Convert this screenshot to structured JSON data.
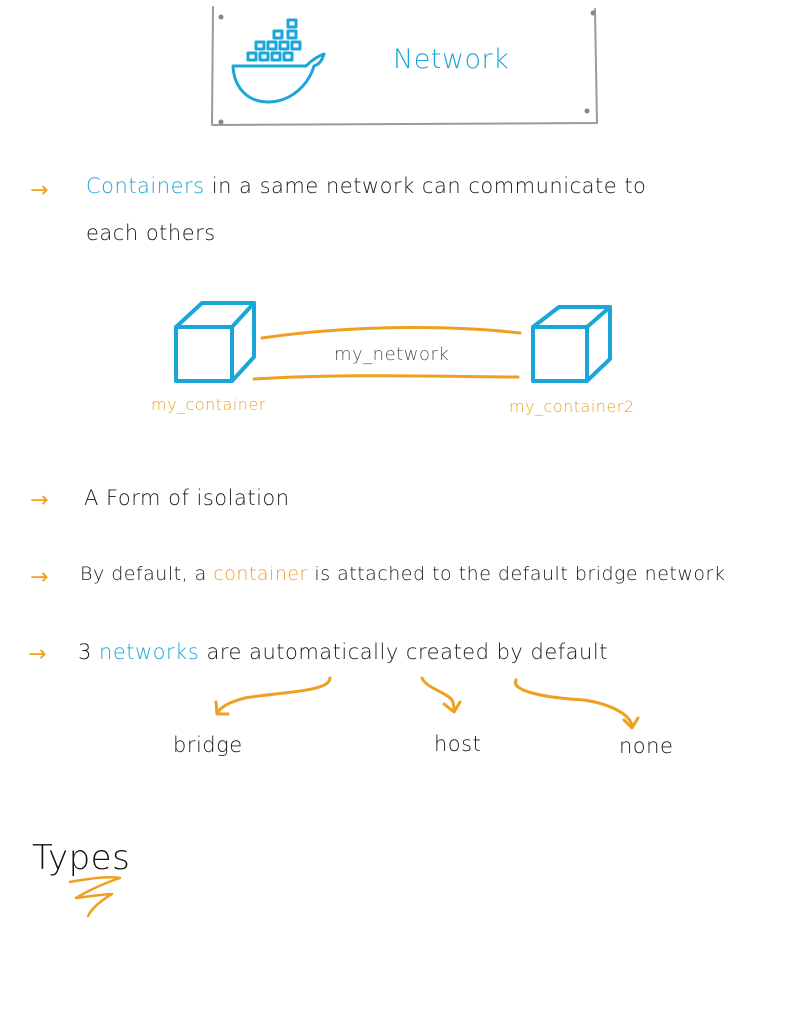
{
  "header": {
    "title": "Network"
  },
  "bullets": [
    {
      "arrow": "→",
      "parts": [
        "Containers",
        " in a same network can communicate to"
      ],
      "line2": "each others"
    },
    {
      "arrow": "→",
      "text": "A Form of isolation"
    },
    {
      "arrow": "→",
      "parts": [
        "By default, a ",
        "container",
        " is attached to the default bridge network"
      ]
    },
    {
      "arrow": "→",
      "parts": [
        "3 ",
        "networks",
        " are automatically created by default"
      ]
    }
  ],
  "diagram": {
    "network_label": "my_network",
    "container1_label": "my_container",
    "container2_label": "my_container2"
  },
  "network_types": [
    "bridge",
    "host",
    "none"
  ],
  "section": {
    "heading": "Types"
  },
  "colors": {
    "accent_blue": "#1aa6d8",
    "accent_orange": "#eea021",
    "ink": "#1a1a1a"
  },
  "icons": [
    "docker-whale-icon",
    "cube-icon",
    "arrow-right-icon",
    "curved-arrow-icon"
  ]
}
